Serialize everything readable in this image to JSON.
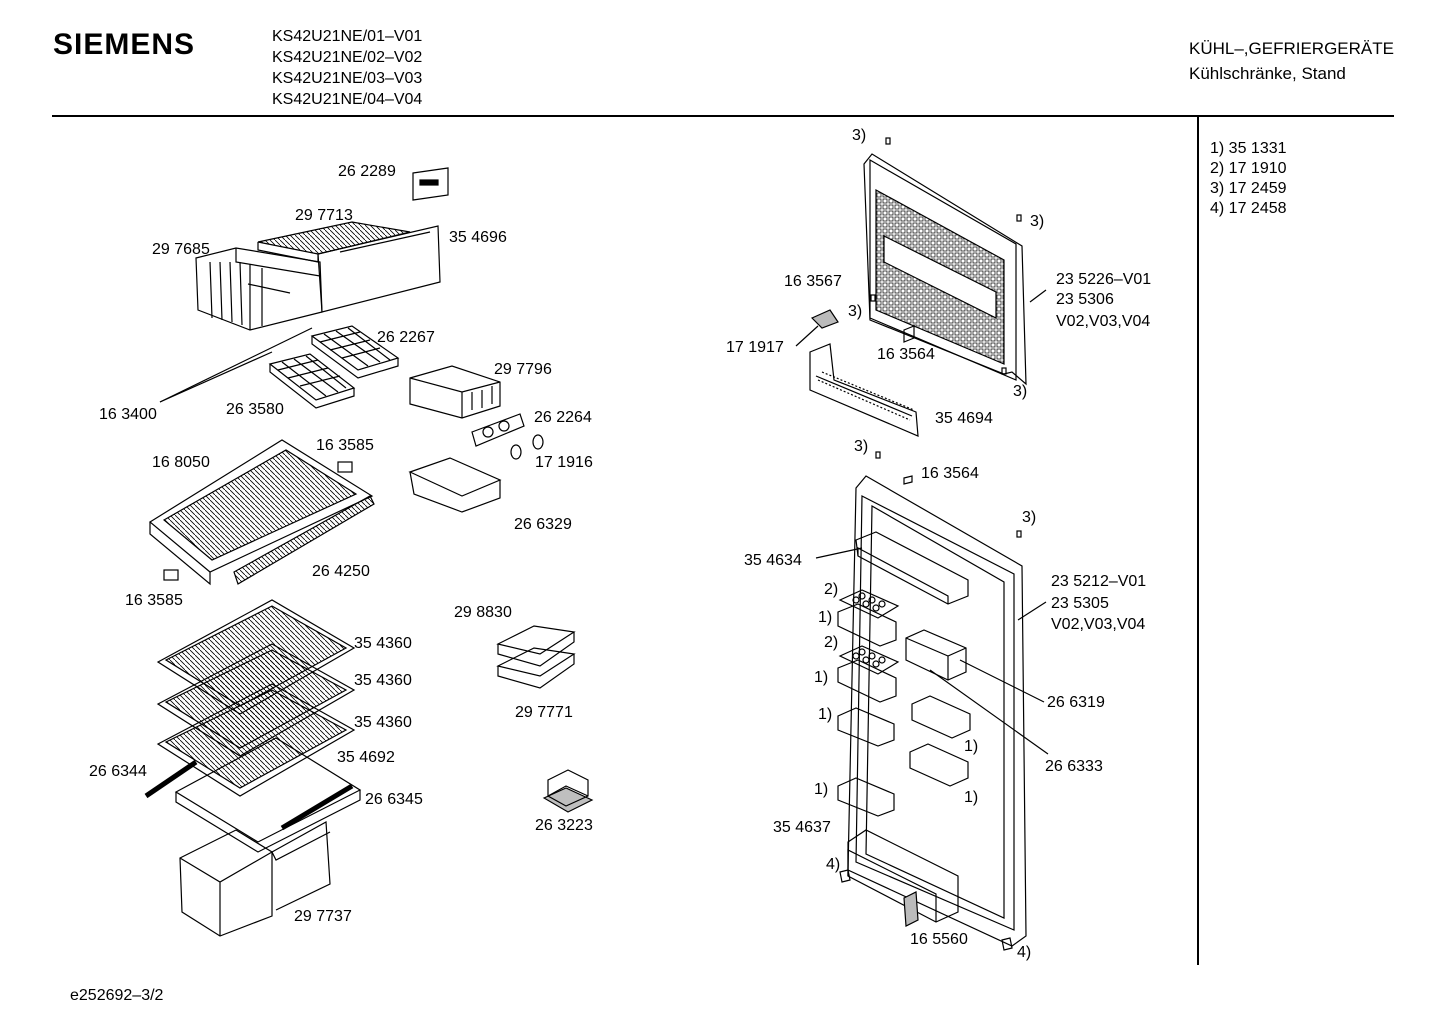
{
  "header": {
    "brand": "SIEMENS",
    "models": [
      "KS42U21NE/01–V01",
      "KS42U21NE/02–V02",
      "KS42U21NE/03–V03",
      "KS42U21NE/04–V04"
    ],
    "category": "KÜHL–,GEFRIERGERÄTE",
    "subcategory": "Kühlschränke, Stand"
  },
  "notes": [
    "1) 35 1331",
    "2) 17 1910",
    "3) 17 2459",
    "4) 17 2458"
  ],
  "footer": {
    "doc_id": "e252692–3/2"
  },
  "labels": {
    "p262289": "26 2289",
    "p297713": "29 7713",
    "p354696": "35 4696",
    "p297685": "29 7685",
    "p262267": "26 2267",
    "p297796": "29 7796",
    "p163400": "16 3400",
    "p263580": "26 3580",
    "p262264": "26 2264",
    "p171916": "17 1916",
    "p168050": "16 8050",
    "p163585a": "16 3585",
    "p266329": "26 6329",
    "p264250": "26 4250",
    "p163585b": "16 3585",
    "p298830": "29 8830",
    "p354360a": "35 4360",
    "p354360b": "35 4360",
    "p354360c": "35 4360",
    "p297771": "29 7771",
    "p354692": "35 4692",
    "p266344": "26 6344",
    "p266345": "26 6345",
    "p263223": "26 3223",
    "p297737": "29 7737",
    "p163567": "16 3567",
    "p171917": "17 1917",
    "p163564a": "16 3564",
    "p354694": "35 4694",
    "p235226": "23 5226–V01",
    "p235306": "23 5306",
    "pV1": "V02,V03,V04",
    "p163564b": "16 3564",
    "p354634": "35 4634",
    "p235212": "23 5212–V01",
    "p235305": "23 5305",
    "pV2": "V02,V03,V04",
    "p266319": "26 6319",
    "p266333": "26 6333",
    "p354637": "35 4637",
    "p165560": "16 5560",
    "n3a": "3)",
    "n3b": "3)",
    "n3c": "3)",
    "n3d": "3)",
    "n3e": "3)",
    "n3f": "3)",
    "n2a": "2)",
    "n2b": "2)",
    "n1a": "1)",
    "n1b": "1)",
    "n1c": "1)",
    "n1d": "1)",
    "n1e": "1)",
    "n1f": "1)",
    "n4a": "4)",
    "n4b": "4)"
  }
}
